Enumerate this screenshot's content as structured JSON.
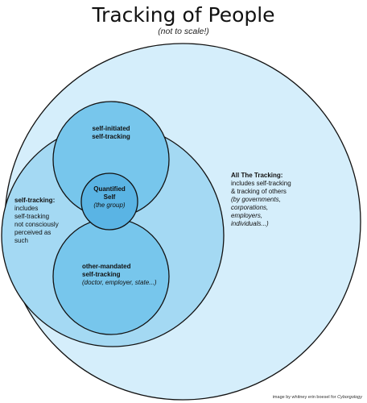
{
  "title": "Tracking of People",
  "subtitle": "(not to scale!)",
  "colors": {
    "outer_fill": "#d5eefb",
    "self_tracking_fill": "#a4d9f3",
    "inner_fill": "#77c6ec",
    "quantified_fill": "#5ab4e4",
    "stroke": "#111111"
  },
  "labels": {
    "all_tracking": {
      "heading": "All The Tracking:",
      "lines": [
        "includes self-tracking",
        "& tracking of others"
      ],
      "italic_lines": [
        "(by governments,",
        "corporations,",
        "employers,",
        "individuals...)"
      ]
    },
    "self_tracking": {
      "heading": "self-tracking:",
      "lines": [
        "includes",
        "self-tracking",
        "not consciously",
        "perceived as",
        "such"
      ]
    },
    "self_initiated": {
      "heading_lines": [
        "self-initiated",
        "self-tracking"
      ]
    },
    "quantified_self": {
      "heading_lines": [
        "Quantified",
        "Self"
      ],
      "italic": "(the group)"
    },
    "other_mandated": {
      "heading_lines": [
        "other-mandated",
        "self-tracking"
      ],
      "italic": "(doctor, employer, state...)"
    }
  },
  "credit": {
    "prefix": "image by whitney erin boesel for",
    "source": "Cyborgology"
  }
}
